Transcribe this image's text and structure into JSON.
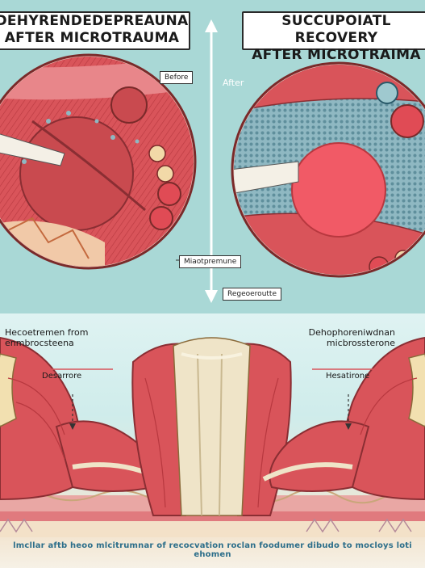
{
  "panels": {
    "left_title_1": "DEHYRENDEDEPREAUNA",
    "left_title_2": "AFTER MICROTRAUMA",
    "right_title_1": "SUCCUPOIATL RECOVERY",
    "right_title_2": "AFTER MICROTRAIMA"
  },
  "labels": {
    "before": "Before",
    "after": "After",
    "microtrauma": "Miaotpremune",
    "regeneration": "Regeoeroutte"
  },
  "lower": {
    "left_heading_1": "Hecoetremen from",
    "left_heading_2": "enmbrocsteena",
    "left_hormone": "Desarrore",
    "right_heading_1": "Dehophoreniwdnan",
    "right_heading_2": "micbrossterone",
    "right_hormone": "Hesatirone"
  },
  "caption": "lmcllar aftb heoo mlcitrumnar of recocvation roclan foodumer dibudo to mocloys loti ehomen",
  "colors": {
    "muscle": "#d9545a",
    "muscle_dark": "#b8383f",
    "tendon": "#efe4c8",
    "teal_bg": "#a9d8d6",
    "cell_blue": "#7fa8b2"
  }
}
